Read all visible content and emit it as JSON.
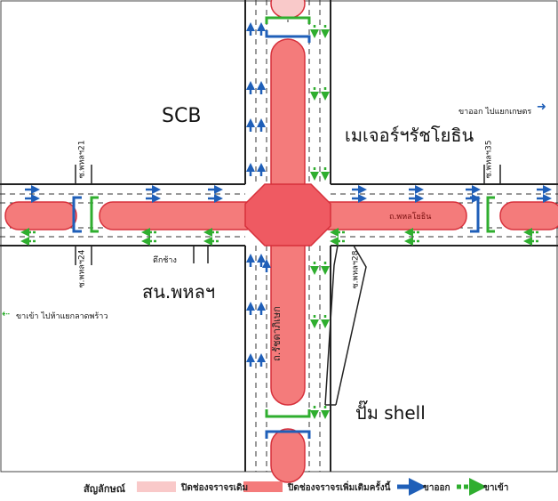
{
  "landmarks": {
    "scb": "SCB",
    "major": "เมเจอร์ฯรัชโยธิน",
    "police": "สน.พหลฯ",
    "shell": "ปั๊ม shell",
    "tuek_chang": "ตึกช้าง"
  },
  "roads": {
    "phahon": "ถ.พหลโยธิน",
    "ratchada": "ถ.รัชดาภิเษก",
    "soi21": "ซ.พหลฯ21",
    "soi24": "ซ.พหลฯ24",
    "soi35": "ซ.พหลฯ35",
    "soi28": "ซ.พหลฯ28"
  },
  "annotations": {
    "outbound_kaset": "ขาออก ไปแยกเกษตร",
    "inbound_ladprao": "ขาเข้า ไปห้าแยกลาดพร้าว"
  },
  "legend": {
    "title": "สัญลักษณ์",
    "existing_closure": "ปิดช่องจราจรเดิม",
    "added_closure": "ปิดช่องจราจรเพิ่มเติมครั้งนี้",
    "outbound": "ขาออก",
    "inbound": "ขาเข้า"
  },
  "colors": {
    "existing_fill": "#f9c9c9",
    "added_fill": "#f47b7b",
    "center_fill": "#ef5a62",
    "closure_border": "#d7303b",
    "outbound_arrow": "#1f5fb8",
    "inbound_arrow": "#2fae2f",
    "road_edge": "#222222",
    "lane_line": "#333333"
  }
}
